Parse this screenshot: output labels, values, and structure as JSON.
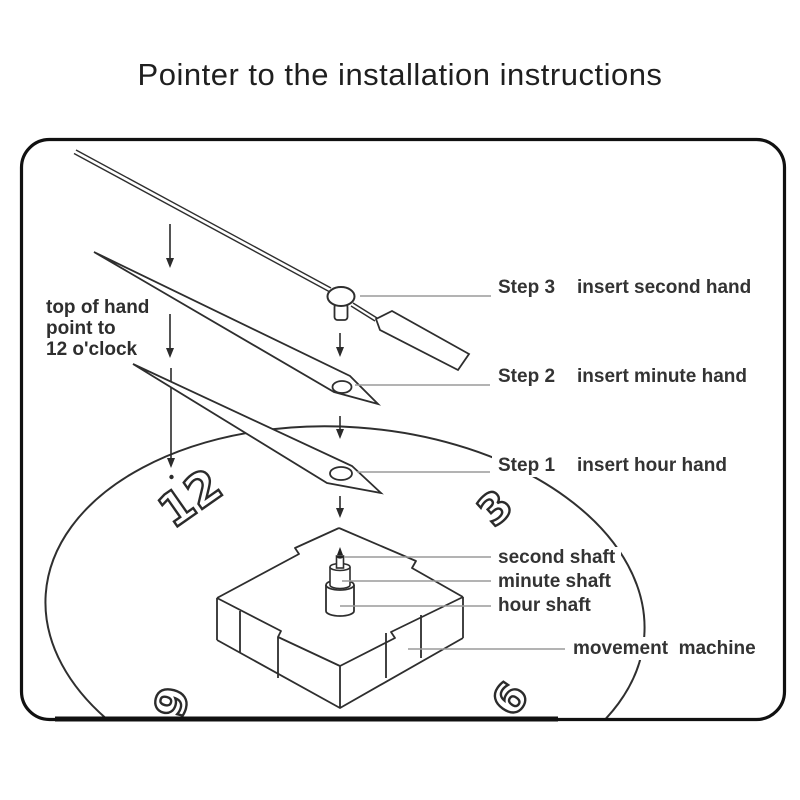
{
  "title": "Pointer to the installation instructions",
  "diagram": {
    "steps": [
      {
        "label": "Step 3",
        "instruction": "insert second hand"
      },
      {
        "label": "Step 2",
        "instruction": "insert minute hand"
      },
      {
        "label": "Step 1",
        "instruction": "insert hour hand"
      }
    ],
    "note_lines": [
      "top of hand",
      "point to",
      "12 o'clock"
    ],
    "shaft_labels": [
      "second shaft",
      "minute shaft",
      "hour shaft"
    ],
    "machine_label": "movement  machine",
    "clock_numerals": {
      "twelve": "12",
      "three": "3",
      "nine": "9",
      "six": "6"
    },
    "colors": {
      "ink": "#2e2e2e",
      "leader": "#9a9a9a",
      "background": "#ffffff"
    }
  }
}
